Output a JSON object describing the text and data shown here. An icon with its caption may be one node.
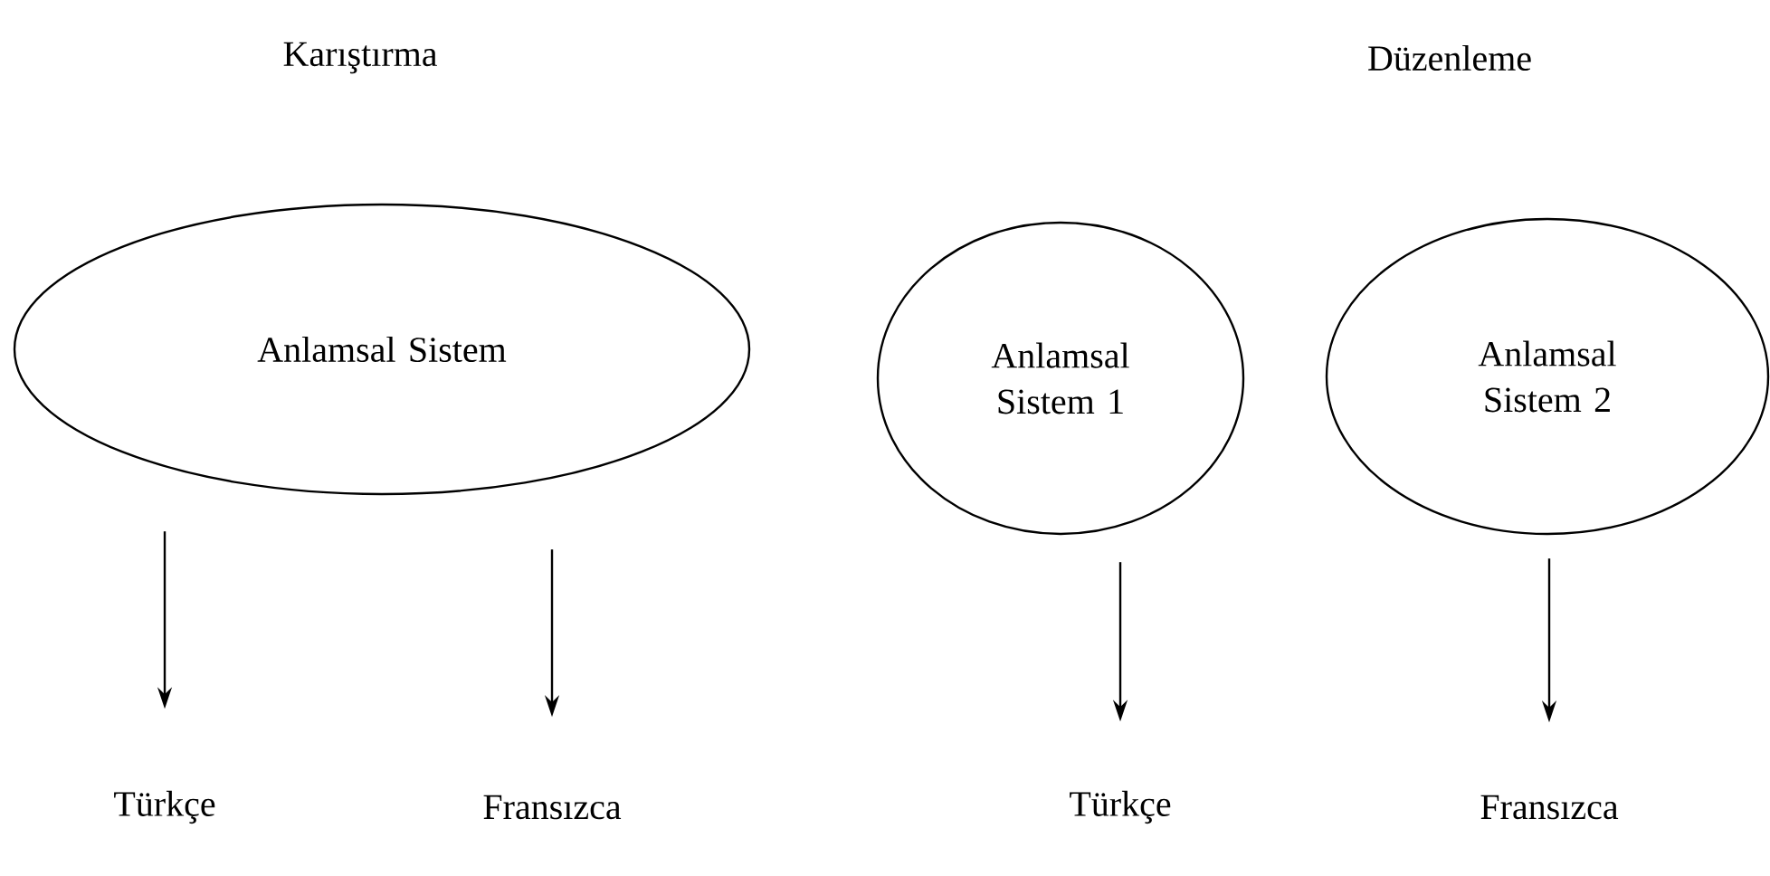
{
  "diagram": {
    "nodes": [
      {
        "text": [
          "Anlamsal Sistem"
        ]
      },
      {
        "text": [
          "Anlamsal Sistem 1"
        ]
      },
      {
        "text": [
          "Anlamsal Sistem 2"
        ]
      },
      {
        "text": [
          "Türkçe"
        ]
      },
      {
        "text": [
          "Fransızca"
        ]
      },
      {
        "text": [
          "Türkçe"
        ]
      },
      {
        "text": [
          "Fransızca"
        ]
      }
    ],
    "edges": [
      {
        "from": 0,
        "to": 3,
        "arrow": "to"
      },
      {
        "from": 0,
        "to": 4,
        "arrow": "to"
      },
      {
        "from": 1,
        "to": 5,
        "arrow": "to"
      },
      {
        "from": 2,
        "to": 6,
        "arrow": "to"
      }
    ],
    "labels": [
      "Karıştırma",
      "Düzenleme"
    ]
  }
}
